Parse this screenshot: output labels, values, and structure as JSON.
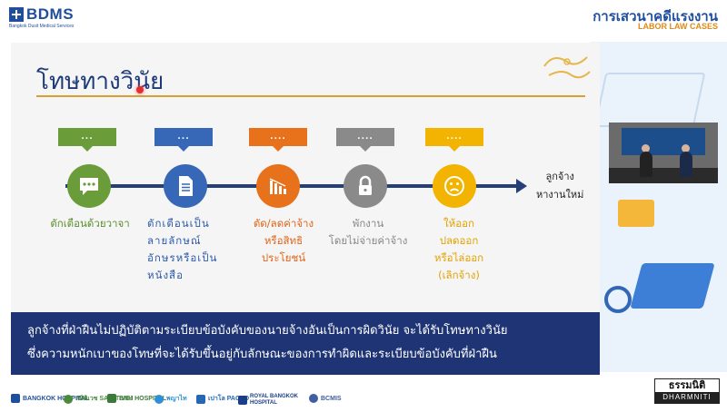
{
  "header": {
    "logo_text": "BDMS",
    "logo_sub": "Bangkok Dusit Medical Services",
    "show_title": "การเสวนาคดีแรงงาน",
    "show_subtitle": "LABOR LAW CASES"
  },
  "slide": {
    "title": "โทษทางวินัย",
    "steps": [
      {
        "bubble": "...",
        "label": [
          "ตักเตือนด้วยวาจา"
        ],
        "color": "#6a9c3a",
        "icon": "chat-bubble-icon"
      },
      {
        "bubble": "...",
        "label": [
          "ตักเตือนเป็น",
          "ลายลักษณ์",
          "อักษรหรือเป็น",
          "หนังสือ"
        ],
        "color": "#3768b8",
        "icon": "document-icon"
      },
      {
        "bubble": "....",
        "label": [
          "ตัด/ลดค่าจ้าง",
          "หรือสิทธิ",
          "ประโยชน์"
        ],
        "color": "#e8711c",
        "icon": "declining-chart-icon"
      },
      {
        "bubble": "....",
        "label": [
          "พักงาน",
          "โดยไม่จ่ายค่าจ้าง"
        ],
        "color": "#8a8a8a",
        "icon": "padlock-icon"
      },
      {
        "bubble": "....",
        "label": [
          "ให้ออก",
          "ปลดออก",
          "หรือไล่ออก",
          "(เลิกจ้าง)"
        ],
        "color": "#f2b400",
        "icon": "sad-face-icon"
      }
    ],
    "end_label": [
      "ลูกจ้าง",
      "หางานใหม่"
    ],
    "footer": [
      "ลูกจ้างที่ฝ่าฝืนไม่ปฏิบัติตามระเบียบข้อบังคับของนายจ้างอันเป็นการผิดวินัย จะได้รับโทษทางวินัย",
      "ซึ่งความหนักเบาของโทษที่จะได้รับขึ้นอยู่กับลักษณะของการทำผิดและระเบียบข้อบังคับที่ฝ่าฝืน"
    ]
  },
  "sponsors": [
    {
      "name": "BANGKOK HOSPITAL",
      "color": "#1f4e9c"
    },
    {
      "name": "สมิติเวช SAMITIVEJ",
      "color": "#4a8a3a"
    },
    {
      "name": "BNH HOSPITAL",
      "color": "#3b7a3b"
    },
    {
      "name": "พญาไท",
      "color": "#2e8fd6"
    },
    {
      "name": "เปาโล PAOLO",
      "color": "#2467b5"
    },
    {
      "name": "ROYAL BANGKOK HOSPITAL",
      "color": "#1b3f86"
    },
    {
      "name": "BCMIS",
      "color": "#3f5f9f"
    }
  ],
  "brand": {
    "thai": "ธรรมนิติ",
    "latin": "DHARMNITI"
  }
}
